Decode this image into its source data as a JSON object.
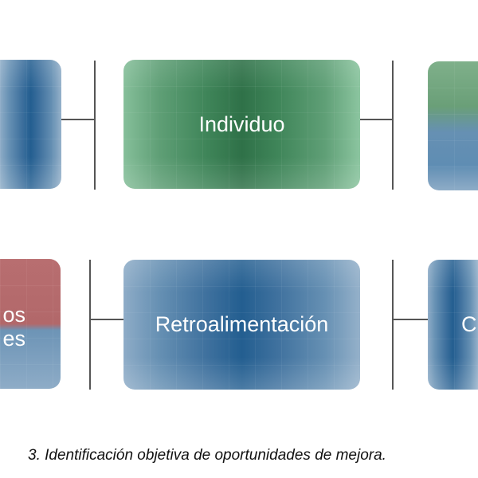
{
  "diagram": {
    "top_row": {
      "left_box": {
        "label": ""
      },
      "center_box": {
        "label": "Individuo"
      },
      "right_box": {
        "label": ""
      }
    },
    "bottom_row": {
      "left_box": {
        "label_line1": "os",
        "label_line2": "es"
      },
      "center_box": {
        "label": "Retroalimentación"
      },
      "right_box": {
        "label": "C"
      }
    },
    "colors": {
      "green": "#2f7148",
      "blue": "#235e90",
      "red": "#a35a5c"
    }
  },
  "caption": "3. Identificación objetiva de oportunidades de mejora."
}
